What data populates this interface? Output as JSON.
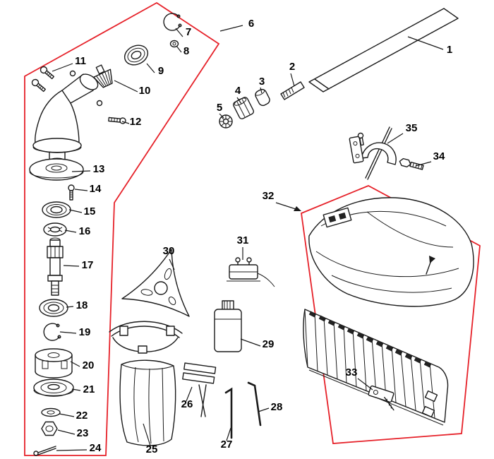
{
  "figure": {
    "type": "exploded-parts-diagram",
    "background_color": "#ffffff",
    "line_color": "#1a1a1a",
    "group_outline_color": "#e62129",
    "group_outline_count": 2
  },
  "parts": [
    {
      "label": "1"
    },
    {
      "label": "2"
    },
    {
      "label": "3"
    },
    {
      "label": "4"
    },
    {
      "label": "5"
    },
    {
      "label": "6"
    },
    {
      "label": "7"
    },
    {
      "label": "8"
    },
    {
      "label": "9"
    },
    {
      "label": "10"
    },
    {
      "label": "11"
    },
    {
      "label": "12"
    },
    {
      "label": "13"
    },
    {
      "label": "14"
    },
    {
      "label": "15"
    },
    {
      "label": "16"
    },
    {
      "label": "17"
    },
    {
      "label": "18"
    },
    {
      "label": "19"
    },
    {
      "label": "20"
    },
    {
      "label": "21"
    },
    {
      "label": "22"
    },
    {
      "label": "23"
    },
    {
      "label": "24"
    },
    {
      "label": "25"
    },
    {
      "label": "26"
    },
    {
      "label": "27"
    },
    {
      "label": "28"
    },
    {
      "label": "29"
    },
    {
      "label": "30"
    },
    {
      "label": "31"
    },
    {
      "label": "32"
    },
    {
      "label": "33"
    },
    {
      "label": "34"
    },
    {
      "label": "35"
    }
  ]
}
